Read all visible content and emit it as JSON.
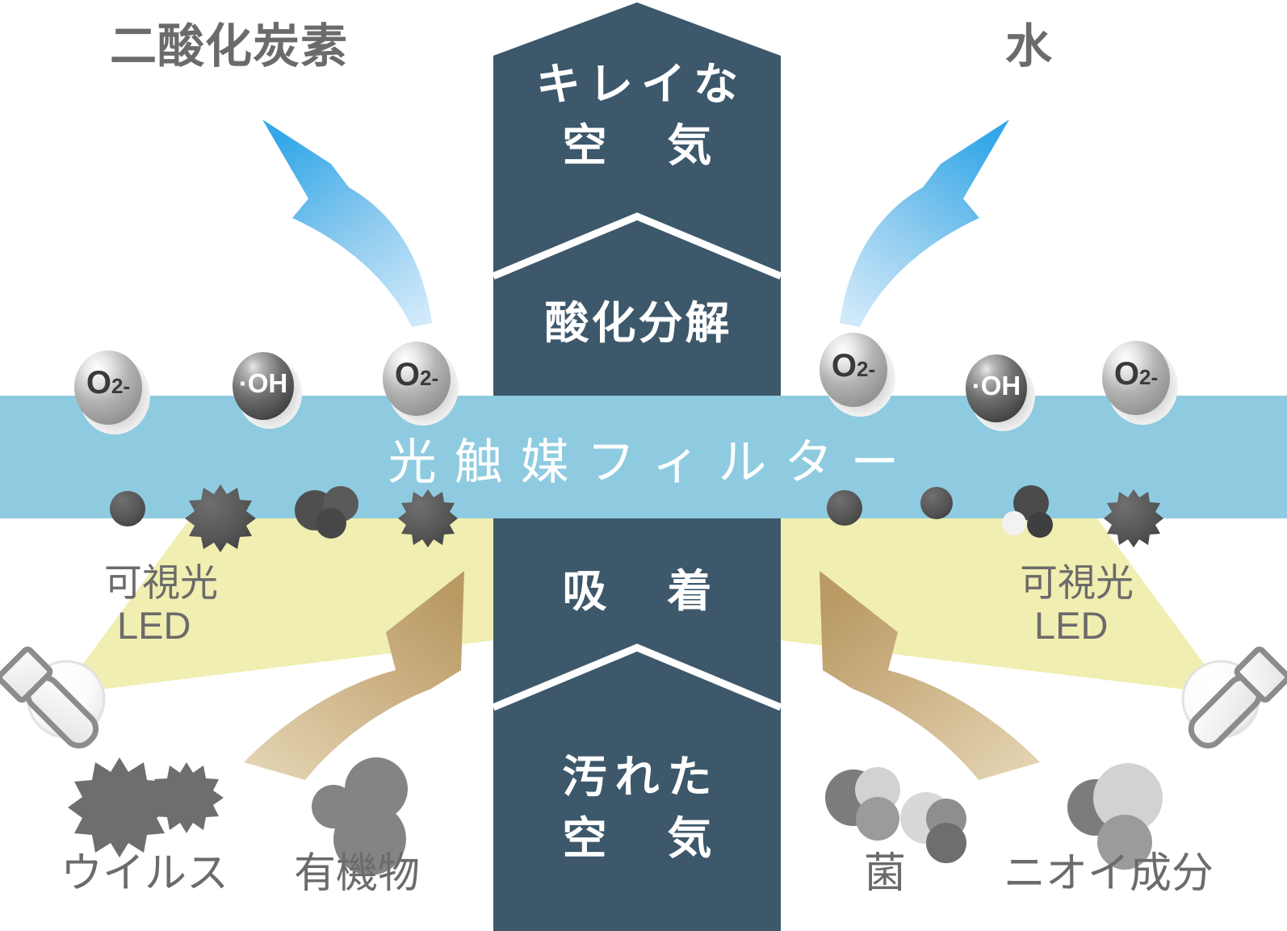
{
  "diagram": {
    "title_outputs": {
      "co2": "二酸化炭素",
      "water": "水"
    },
    "banner": {
      "clean_air": "キレイな\n空　気",
      "clean_air_line1": "キレイな",
      "clean_air_line2": "空　気",
      "oxidative_decomposition": "酸化分解",
      "adsorption": "吸　着",
      "dirty_air_line1": "汚れた",
      "dirty_air_line2": "空　気"
    },
    "filter": {
      "label": "光触媒フィルター"
    },
    "led": {
      "left_line1": "可視光",
      "left_line2": "LED",
      "right_line1": "可視光",
      "right_line2": "LED"
    },
    "contaminants": {
      "virus": "ウイルス",
      "organic": "有機物",
      "bacteria": "菌",
      "odor": "ニオイ成分"
    },
    "molecules": {
      "left": [
        {
          "label": "O",
          "sub": "2-",
          "kind": "superoxide"
        },
        {
          "label": "·OH",
          "sub": "",
          "kind": "hydroxyl"
        },
        {
          "label": "O",
          "sub": "2-",
          "kind": "superoxide"
        }
      ],
      "right": [
        {
          "label": "O",
          "sub": "2-",
          "kind": "superoxide"
        },
        {
          "label": "·OH",
          "sub": "",
          "kind": "hydroxyl"
        },
        {
          "label": "O",
          "sub": "2-",
          "kind": "superoxide"
        }
      ]
    },
    "colors": {
      "banner_navy": "#3d586b",
      "filter_blue": "#8ecbe0",
      "light_yellow": "#f0eeb0",
      "arrow_blue_dark": "#3aa9e8",
      "arrow_blue_light": "#bfe2f7",
      "arrow_tan_dark": "#c0a271",
      "arrow_tan_light": "#e0cfab",
      "text_gray": "#6b6b6b",
      "particle_dark": "#4a4a4a",
      "particle_gray": "#808080",
      "particle_light": "#d5d5d5",
      "white": "#ffffff"
    },
    "icons": {
      "led_left": "flashlight-icon",
      "led_right": "flashlight-icon",
      "virus": "spiky-virus-icon",
      "organic": "organic-dots-icon",
      "bacteria": "bacteria-cluster-icon",
      "odor": "odor-cluster-icon",
      "arrow_co2": "curved-arrow-up-left-icon",
      "arrow_water": "curved-arrow-up-right-icon",
      "arrow_intake_left": "curved-arrow-up-right-tan-icon",
      "arrow_intake_right": "curved-arrow-up-left-tan-icon"
    }
  }
}
